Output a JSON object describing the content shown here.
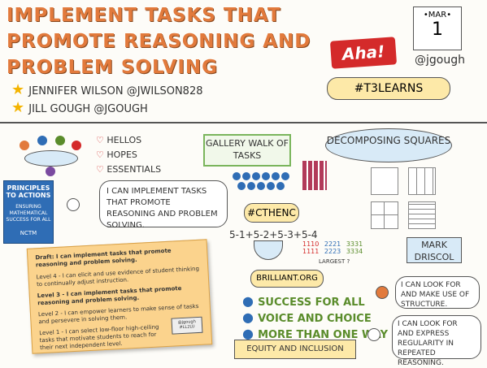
{
  "title": {
    "line1": "Implement Tasks that",
    "line2": "Promote Reasoning and",
    "line3": "Problem Solving"
  },
  "presenters": [
    {
      "text": "Jennifer Wilson @jwilson828"
    },
    {
      "text": "Jill Gough @jgough"
    }
  ],
  "aha": "Aha!",
  "calendar": {
    "month": "•MAR•",
    "day": "1",
    "handle": "@jgough"
  },
  "hashtag": "#T3Learns",
  "hearts": [
    "Hellos",
    "Hopes",
    "Essentials"
  ],
  "book": {
    "title": "Principles to Actions",
    "subtitle": "Ensuring Mathematical Success for All",
    "publisher": "NCTM"
  },
  "goal_bubble": "I can implement tasks that promote reasoning and problem solving.",
  "gallery": "Gallery Walk of Tasks",
  "decomposing": "Decomposing Squares",
  "mark": "Mark Driscol",
  "cthenc": "#CthenC",
  "sequence": "5-1+5-2+5-3+5-4",
  "fractions": {
    "a": "1110",
    "b": "1111",
    "c": "2221",
    "d": "2223",
    "e": "3331",
    "f": "3334",
    "question": "Largest ?"
  },
  "paper": {
    "draft": "Draft:",
    "l4head": "I can implement tasks that promote reasoning and problem solving.",
    "l4": "Level 4 - I can elicit and use evidence of student thinking to continually adjust instruction.",
    "l3": "Level 3 - I can implement tasks that promote reasoning and problem solving.",
    "l2": "Level 2 - I can empower learners to make sense of tasks and persevere in solving them.",
    "l1": "Level 1 - I can select low-floor high-ceiling tasks that motivate students to reach for their next independent level.",
    "badge": "@jgough #LL2LU"
  },
  "brilliant": "Brilliant.org",
  "bullets": [
    "Success for All",
    "Voice and Choice",
    "More than One Way"
  ],
  "equity": "Equity and Inclusion",
  "look_bubble": "I can look for and make use of structure.",
  "express_bubble": "I can look for and express regularity in repeated reasoning.",
  "colors": {
    "title": "#e27a3c",
    "green": "#5a8c2b",
    "blue": "#2f6db5",
    "red": "#d42a2a",
    "yellow": "#f4b400"
  }
}
